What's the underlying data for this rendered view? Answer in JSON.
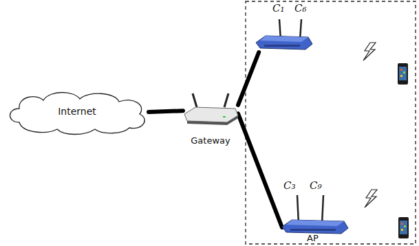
{
  "diagram": {
    "nodes": [
      {
        "text": [
          "Internet"
        ]
      },
      {
        "text": [
          "Gateway"
        ]
      },
      {
        "text": [
          "C₁",
          "C₆"
        ]
      },
      {
        "text": [
          "C₃",
          "C₉",
          "AP"
        ]
      }
    ],
    "edges": [
      {
        "from": 0,
        "to": 1,
        "arrow": "none"
      },
      {
        "from": 1,
        "to": 2,
        "arrow": "none"
      },
      {
        "from": 1,
        "to": 3,
        "arrow": "none"
      }
    ]
  }
}
